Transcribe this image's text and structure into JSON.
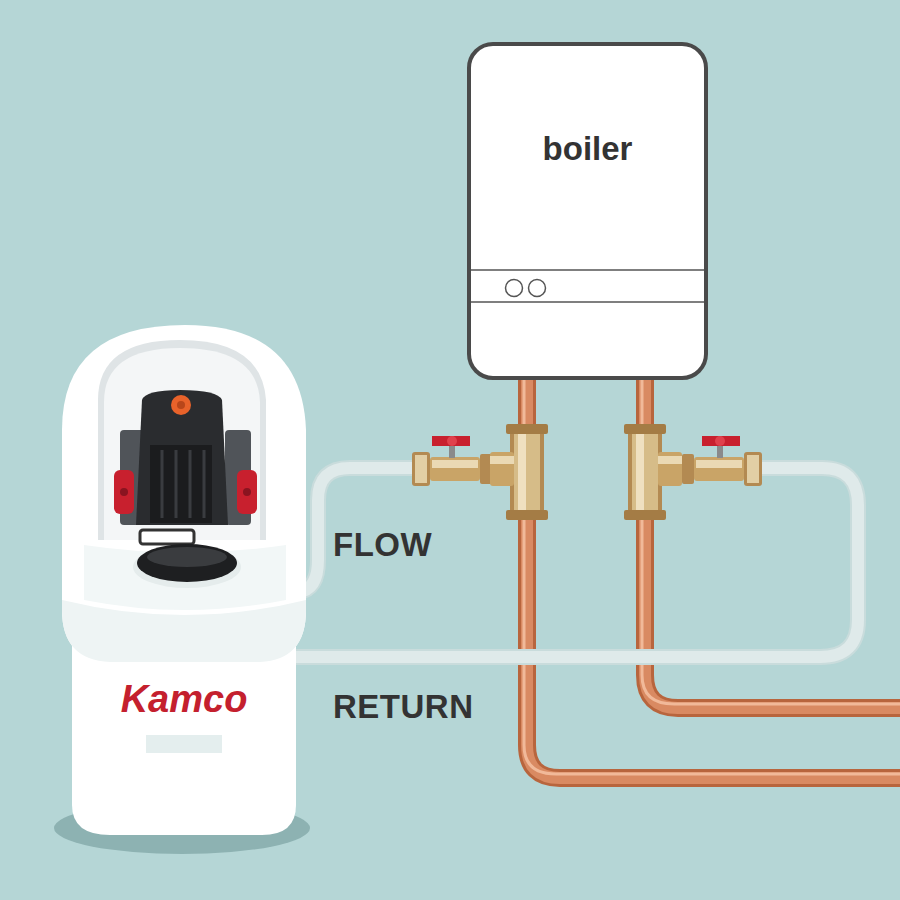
{
  "diagram": {
    "nodes": [
      {
        "text": [
          "boiler"
        ]
      },
      {
        "text": [
          "Kamco"
        ]
      }
    ],
    "labels": [
      "FLOW",
      "RETURN"
    ]
  }
}
